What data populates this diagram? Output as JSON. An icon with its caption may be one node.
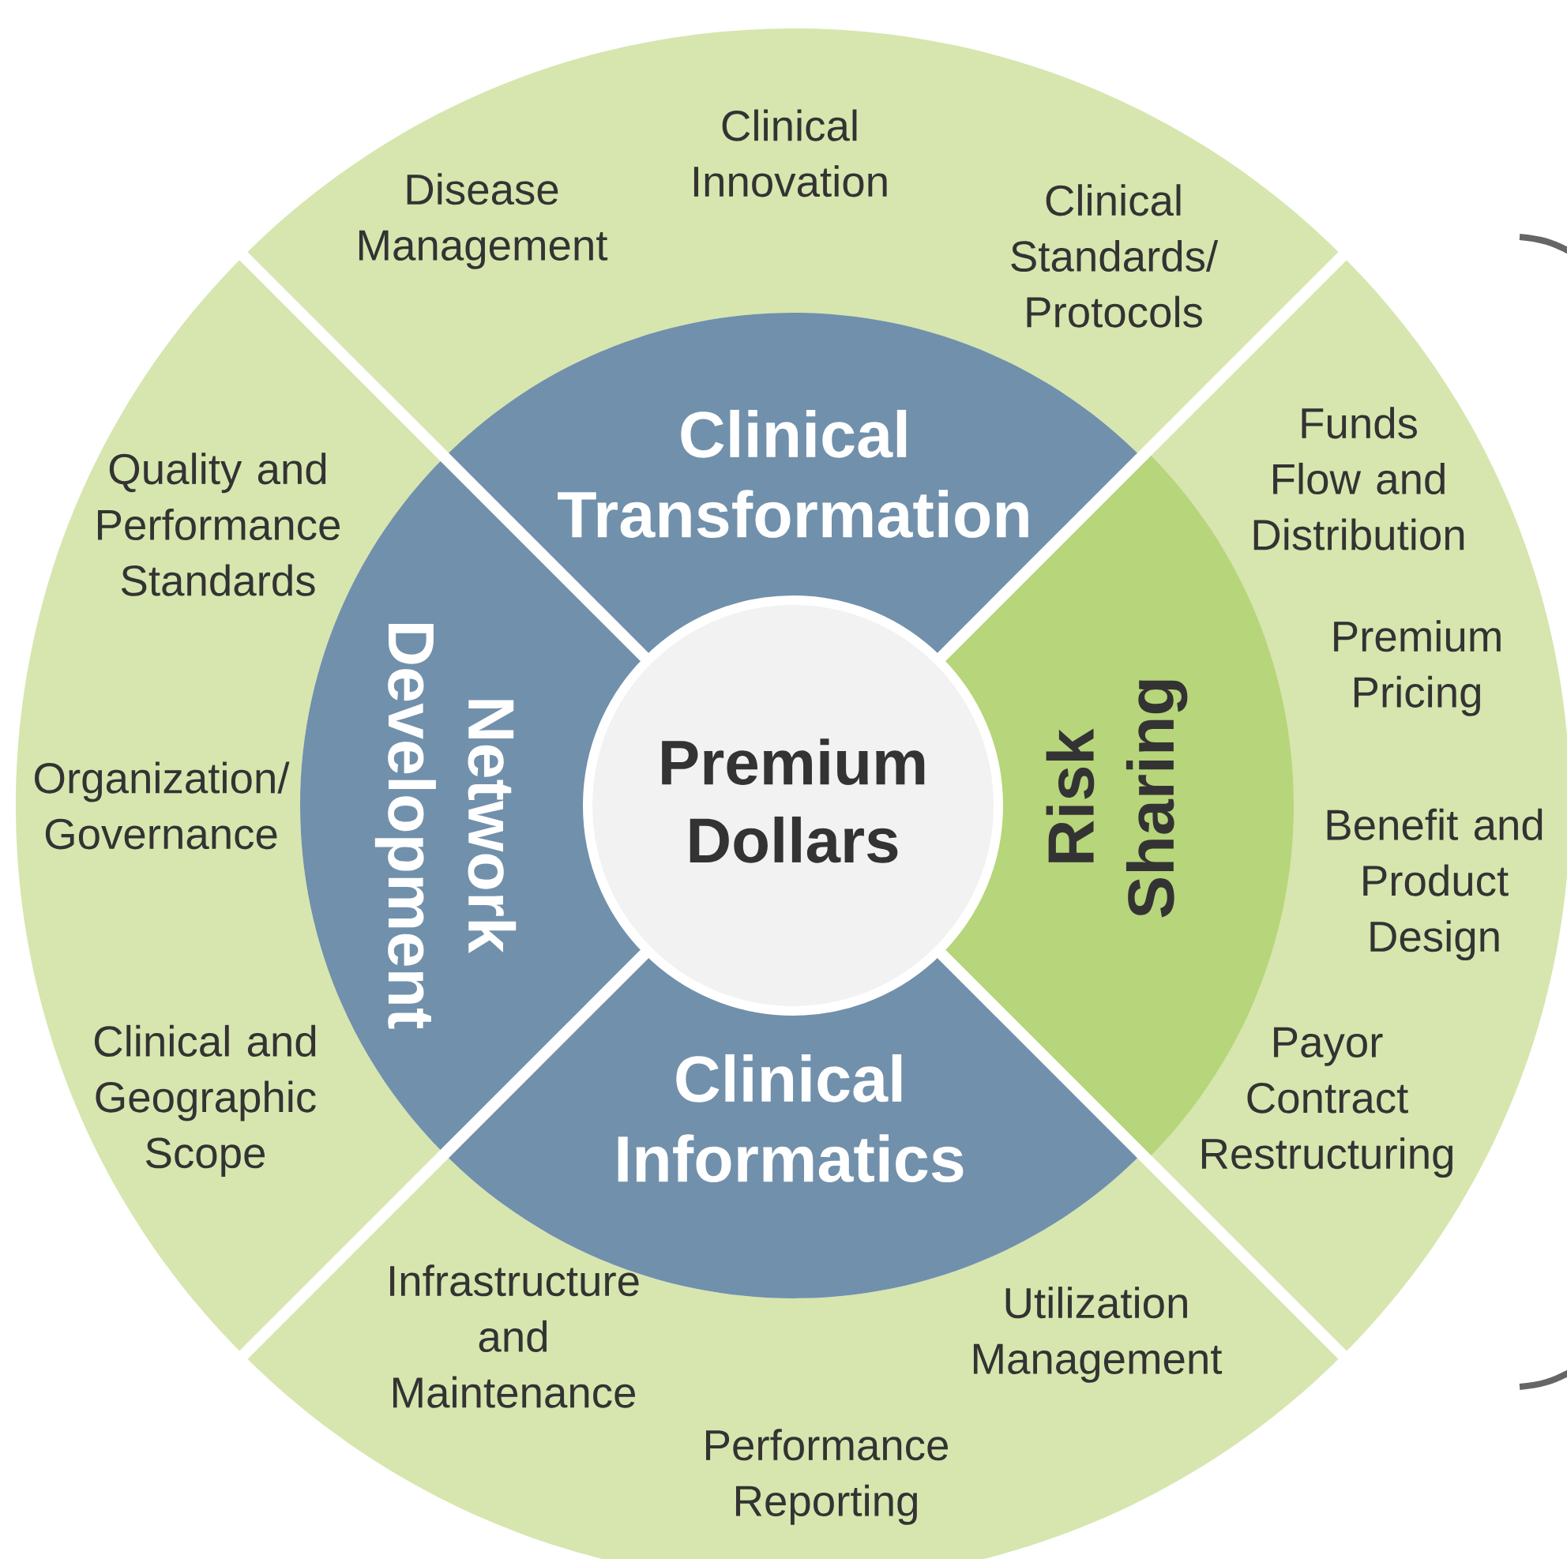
{
  "diagram": {
    "nodes": [
      {
        "text": [
          "Disease Management",
          "Clinical Innovation",
          "Clinical Standards/ Protocols"
        ]
      },
      {
        "text": [
          "Quality and Performance Standards",
          "Organization/ Governance",
          "Clinical and Geographic Scope"
        ]
      },
      {
        "text": [
          "Funds Flow and Distribution",
          "Premium Pricing",
          "Benefit and Product Design",
          "Payor Contract Restructuring"
        ]
      },
      {
        "text": [
          "Infrastructure and Maintenance",
          "Utilization Management",
          "Performance Reporting"
        ]
      },
      {
        "text": [
          "Clinical Transformation"
        ]
      },
      {
        "text": [
          "Network Development"
        ]
      },
      {
        "text": [
          "Risk Sharing"
        ]
      },
      {
        "text": [
          "Clinical Informatics"
        ]
      },
      {
        "text": [
          "Premium Dollars"
        ]
      }
    ]
  }
}
